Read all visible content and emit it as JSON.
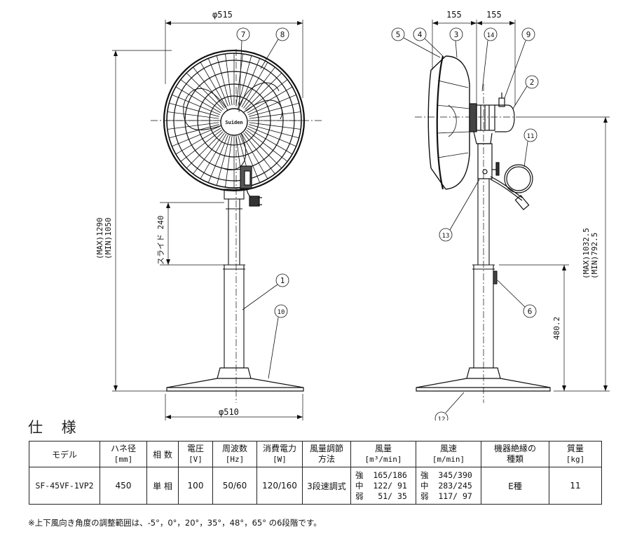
{
  "drawing": {
    "dims": {
      "fan_diameter": "φ515",
      "base_diameter": "φ510",
      "height_max_min_1": "(MAX)1290",
      "height_max_min_2": "(MIN)1050",
      "slide_label": "スライド 240",
      "side_width_1": "155",
      "side_width_2": "155",
      "axis_height_1": "(MAX)1032.5",
      "axis_height_2": "(MIN)792.5",
      "knob_height": "480.2"
    },
    "labels": {
      "n1": "1",
      "n2": "2",
      "n3": "3",
      "n4": "4",
      "n5": "5",
      "n6": "6",
      "n7": "7",
      "n8": "8",
      "n9": "9",
      "n10": "10",
      "n11": "11",
      "n12": "12",
      "n13": "13",
      "n14": "14"
    },
    "logo": "Suiden"
  },
  "spec": {
    "title": "仕 様",
    "headers": {
      "model": "モデル",
      "blade": "ハネ径",
      "blade_unit": "[mm]",
      "phase": "相 数",
      "voltage": "電圧",
      "voltage_unit": "[V]",
      "freq": "周波数",
      "freq_unit": "[Hz]",
      "power": "消費電力",
      "power_unit": "[W]",
      "control": "風量調節",
      "control_2": "方法",
      "airflow": "風量",
      "airflow_unit": "[m³/min]",
      "speed": "風速",
      "speed_unit": "[m/min]",
      "insulation": "機器絶縁の",
      "insulation_2": "種類",
      "mass": "質量",
      "mass_unit": "[kg]"
    },
    "row": {
      "model": "SF-45VF-1VP2",
      "blade": "450",
      "phase": "単 相",
      "voltage": "100",
      "freq": "50/60",
      "power": "120/160",
      "control": "3段速調式",
      "airflow_1": "強  165/186",
      "airflow_2": "中  122/ 91",
      "airflow_3": "弱   51/ 35",
      "speed_1": "強  345/390",
      "speed_2": "中  283/245",
      "speed_3": "弱  117/ 97",
      "insulation": "E種",
      "mass": "11"
    },
    "note": "※上下風向き角度の調整範囲は、-5°，0°，20°，35°，48°，65° の6段階です。"
  }
}
